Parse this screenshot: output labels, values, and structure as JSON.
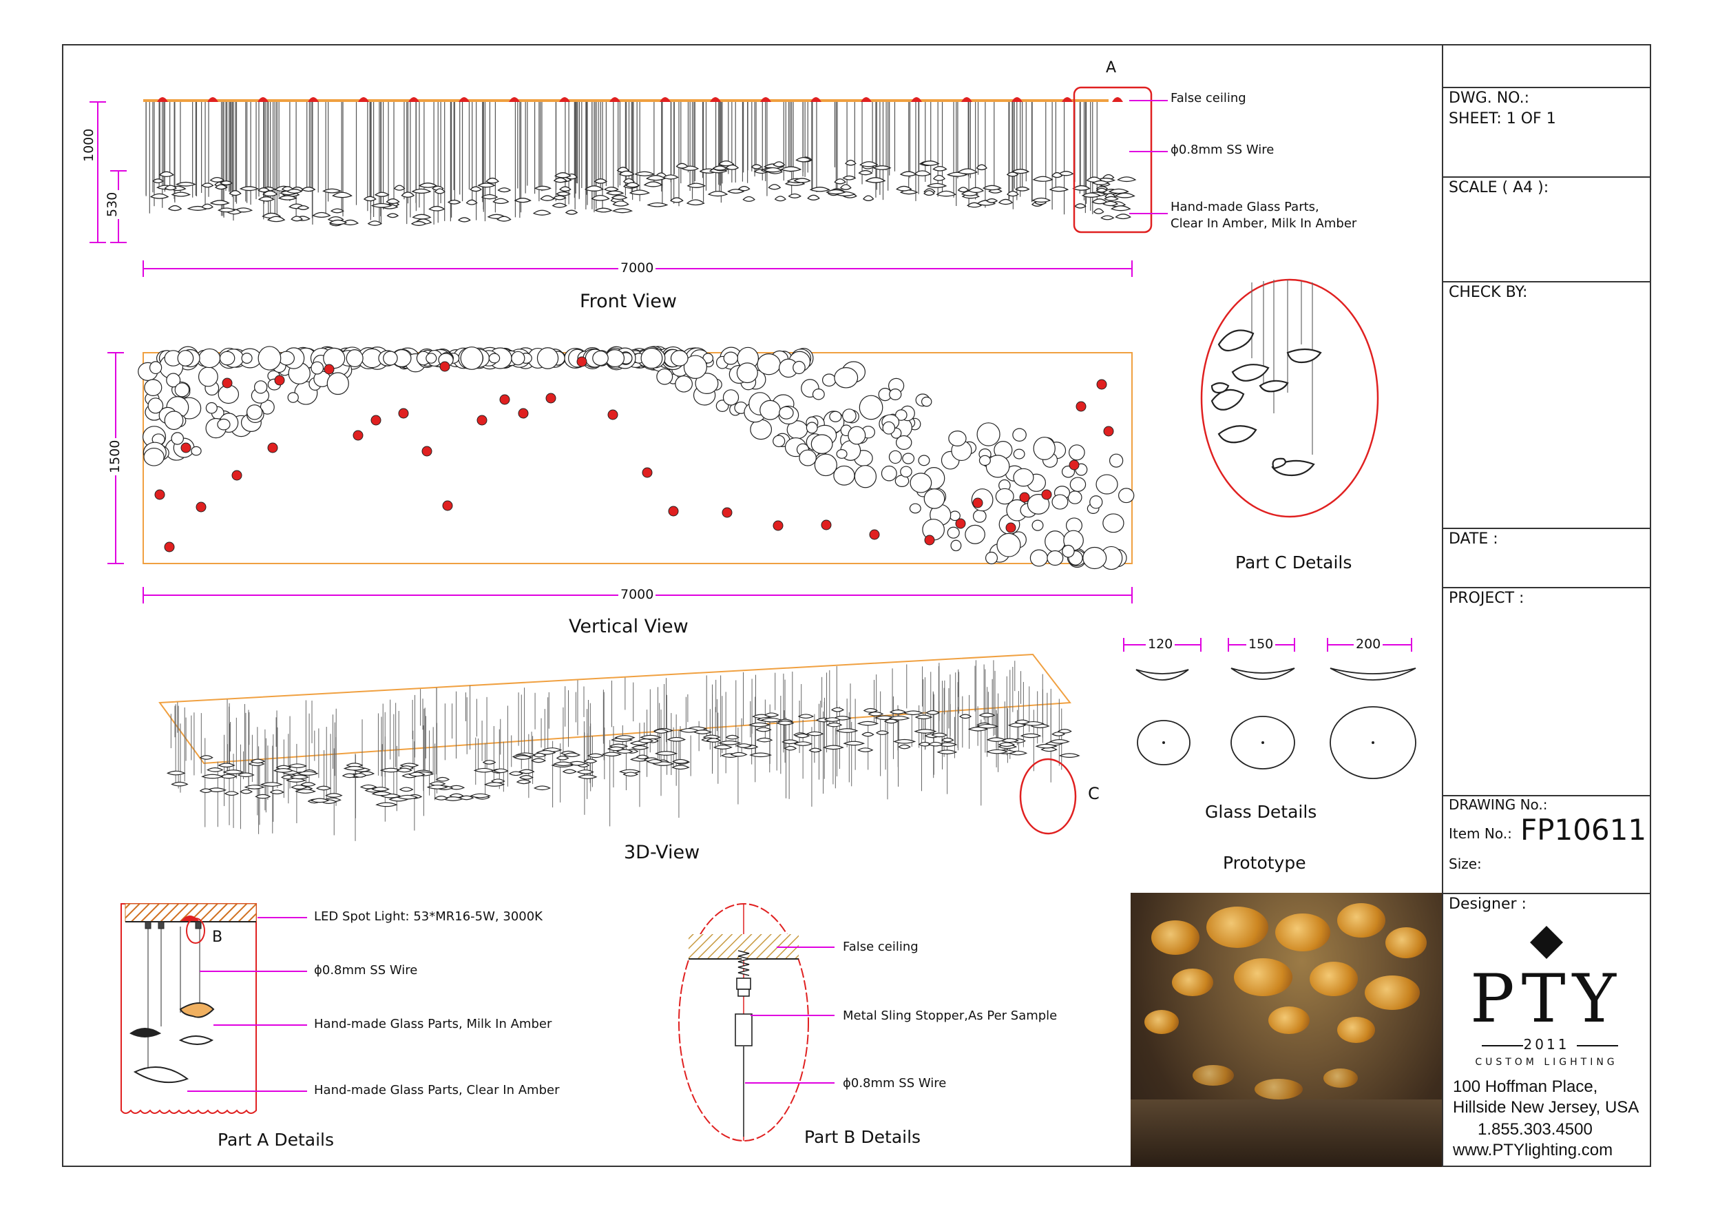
{
  "front_view": {
    "title": "Front View",
    "dim_width": "7000",
    "dim_height_total": "1000",
    "dim_height_glass": "530",
    "callout_letter": "A",
    "labels": {
      "false_ceiling": "False ceiling",
      "wire": "ϕ0.8mm SS Wire",
      "glass_line1": "Hand-made Glass Parts,",
      "glass_line2": "Clear In Amber, Milk In Amber"
    }
  },
  "vertical_view": {
    "title": "Vertical View",
    "dim_width": "7000",
    "dim_height": "1500"
  },
  "view_3d": {
    "title": "3D-View",
    "callout_letter": "C"
  },
  "part_c": {
    "title": "Part C Details"
  },
  "glass_details": {
    "title": "Glass Details",
    "sizes": [
      "120",
      "150",
      "200"
    ]
  },
  "prototype": {
    "title": "Prototype"
  },
  "part_a": {
    "title": "Part A Details",
    "callout_letter": "B",
    "labels": {
      "led": "LED Spot Light: 53*MR16-5W, 3000K",
      "wire": "ϕ0.8mm SS Wire",
      "milk": "Hand-made Glass Parts, Milk In Amber",
      "clear": "Hand-made Glass Parts, Clear In Amber"
    }
  },
  "part_b": {
    "title": "Part B Details",
    "labels": {
      "false_ceiling": "False ceiling",
      "stopper": "Metal Sling Stopper,As Per Sample",
      "wire": "ϕ0.8mm SS Wire"
    }
  },
  "title_block": {
    "dwg_no": "DWG. NO.:",
    "sheet": "SHEET: 1 OF 1",
    "scale": "SCALE ( A4 ):",
    "check_by": "CHECK BY:",
    "date": "DATE :",
    "project": "PROJECT :",
    "drawing_no": "DRAWING No.:",
    "item_no_label": "Item No.:",
    "item_no": "FP10611",
    "size": "Size:",
    "designer": "Designer :"
  },
  "company": {
    "logo_text": "PTY",
    "year": "2011",
    "tagline": "CUSTOM LIGHTING",
    "address1": "100 Hoffman Place,",
    "address2": "Hillside New Jersey, USA",
    "phone": "1.855.303.4500",
    "website": "www.PTYlighting.com"
  },
  "colors": {
    "dimension": "#e000e0",
    "highlight": "#e02020",
    "outline": "#f0a040",
    "hatch": "#d09030"
  }
}
